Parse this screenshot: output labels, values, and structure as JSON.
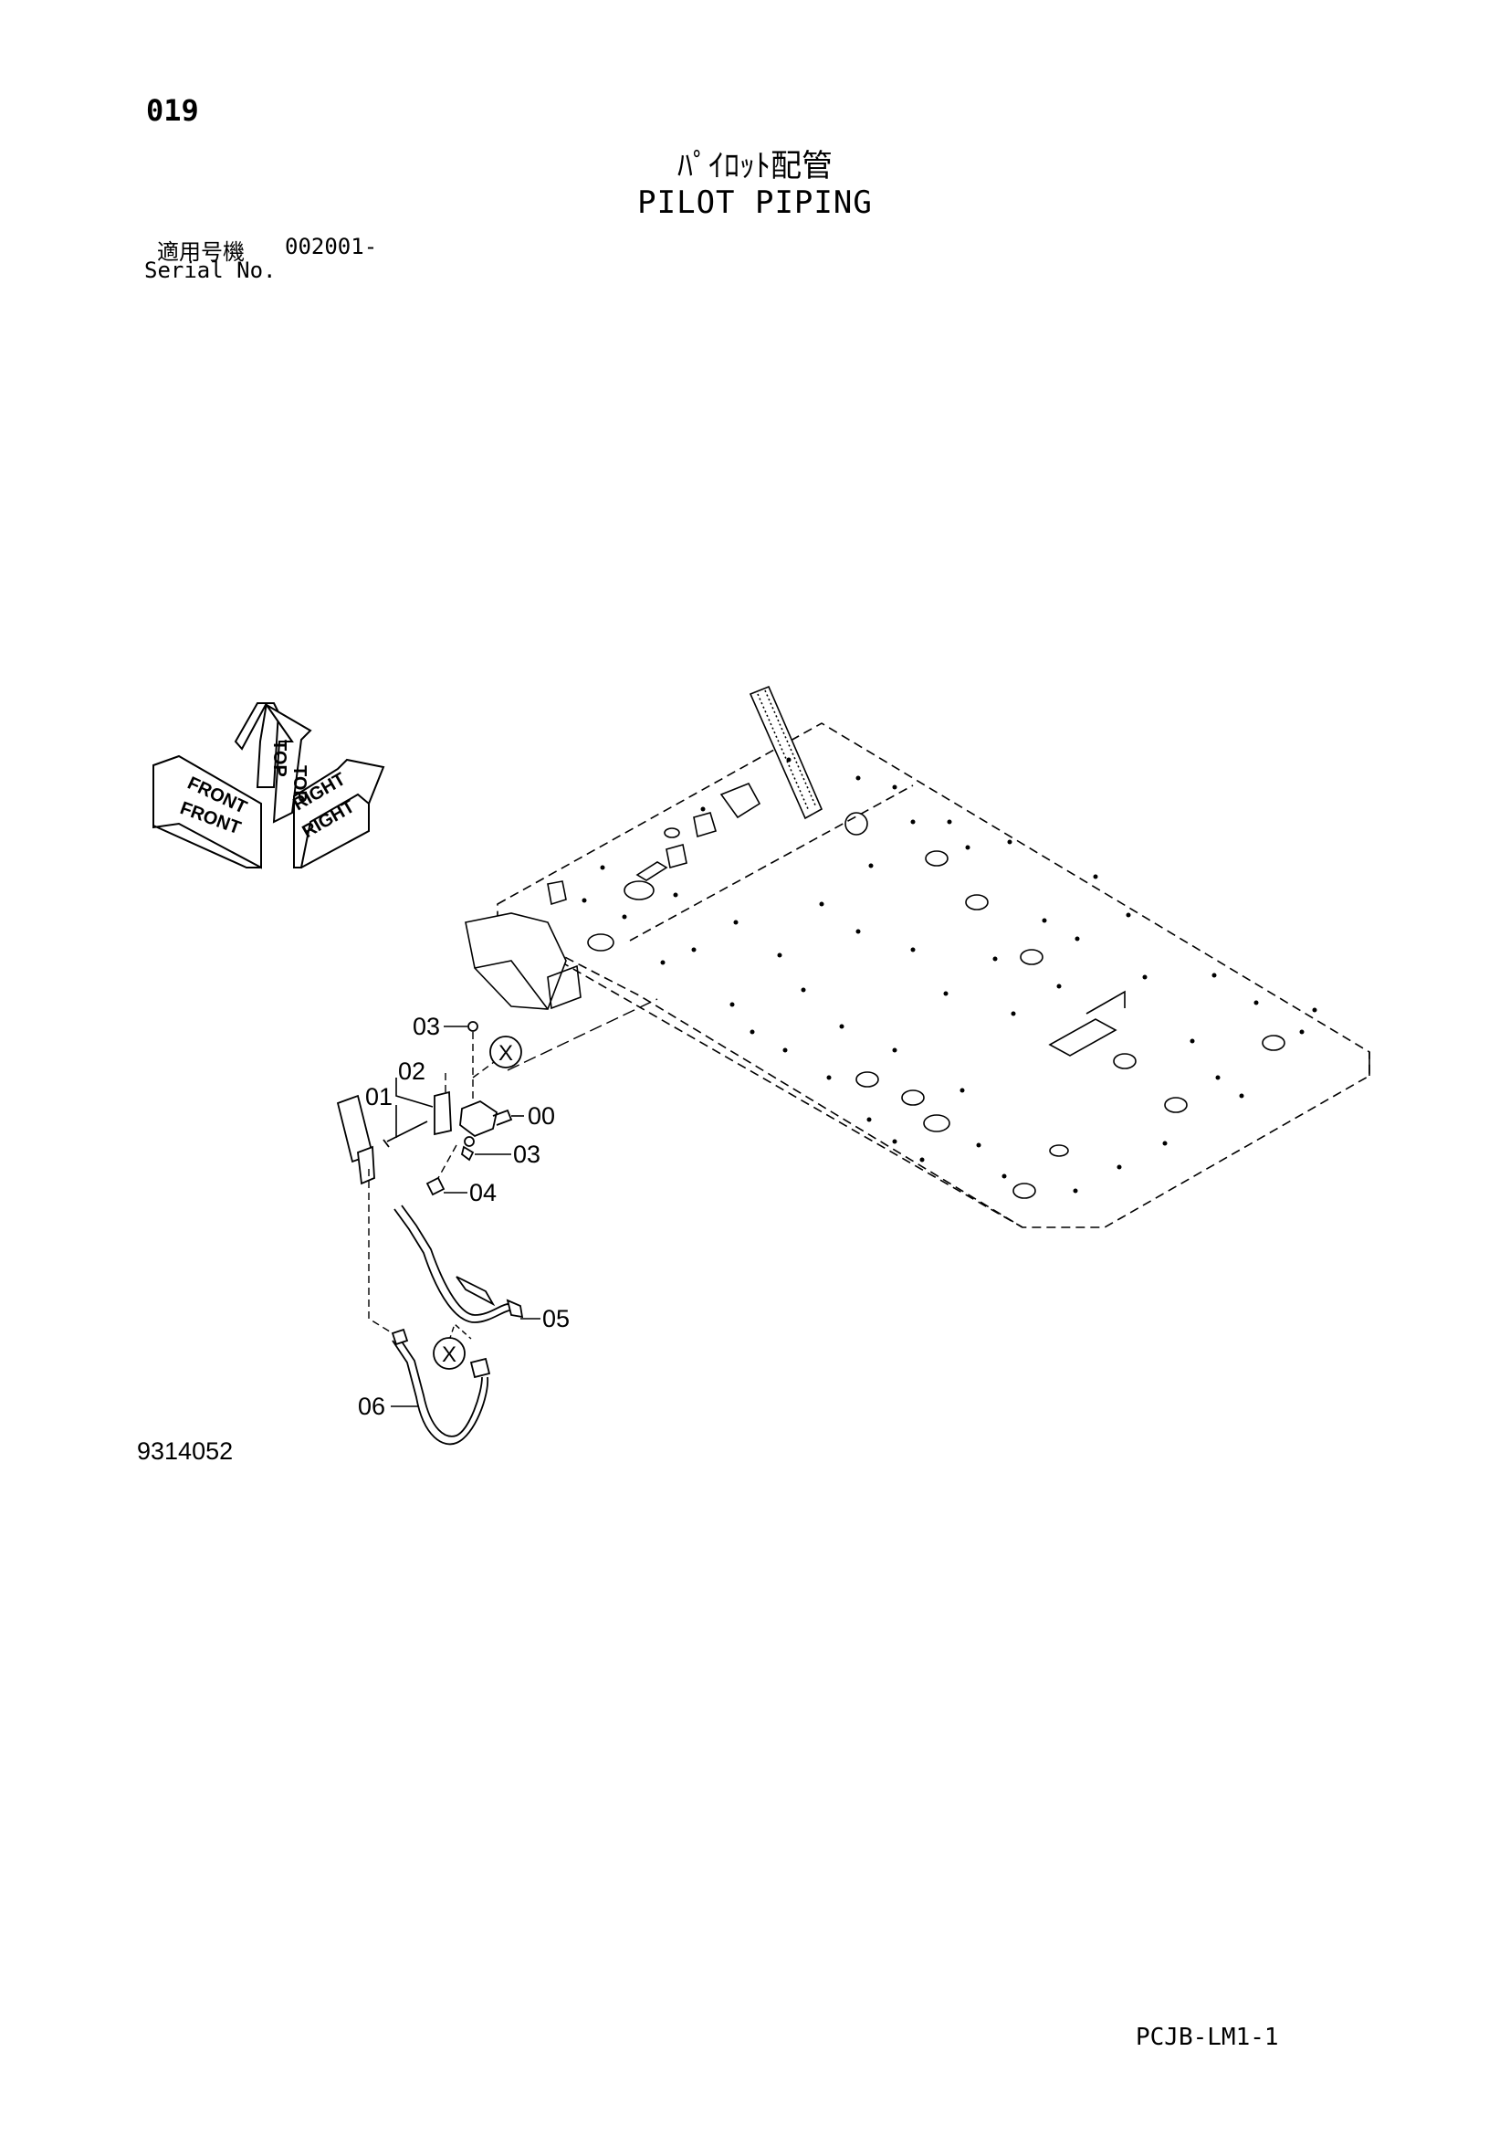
{
  "page": {
    "number": "019",
    "title_jp": "ﾊﾟｲﾛｯﾄ配管",
    "title_en": "PILOT PIPING",
    "serial_label_jp": "適用号機",
    "serial_value": "002001-",
    "serial_label_en": "Serial No.",
    "figure_number": "9314052",
    "footer_code": "PCJB-LM1-1"
  },
  "orientation": {
    "top": "TOP",
    "front": "FRONT",
    "right": "RIGHT"
  },
  "callouts": [
    {
      "id": "00",
      "label": "00"
    },
    {
      "id": "01",
      "label": "01"
    },
    {
      "id": "02",
      "label": "02"
    },
    {
      "id": "03a",
      "label": "03"
    },
    {
      "id": "03b",
      "label": "03"
    },
    {
      "id": "04",
      "label": "04"
    },
    {
      "id": "05",
      "label": "05"
    },
    {
      "id": "06",
      "label": "06"
    }
  ],
  "connection_markers": [
    "X",
    "X"
  ]
}
